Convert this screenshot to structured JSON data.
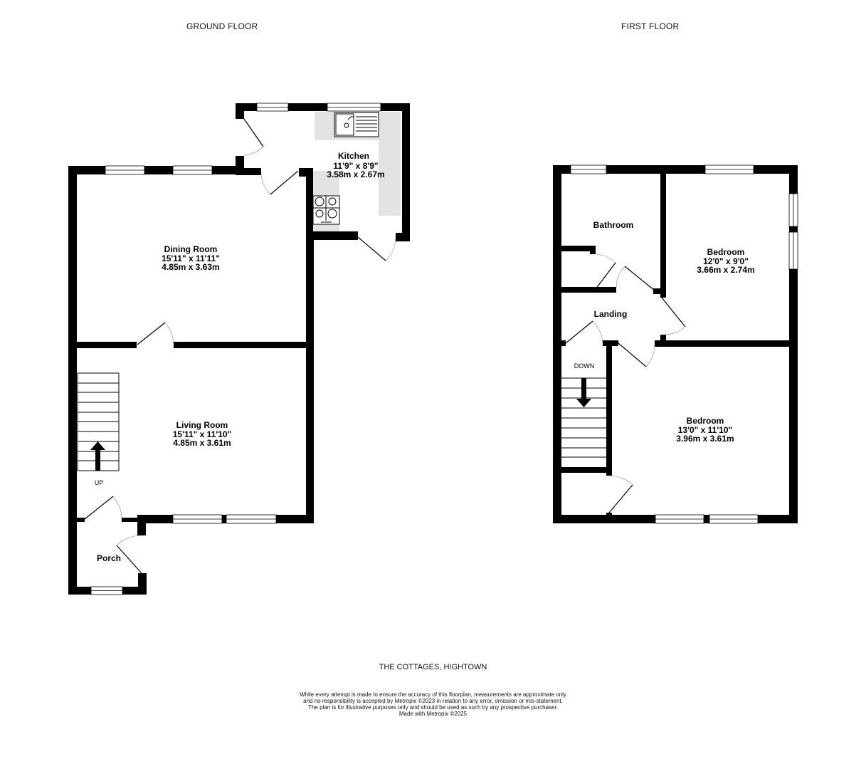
{
  "floors": {
    "ground": {
      "title": "GROUND FLOOR",
      "rooms": {
        "kitchen": {
          "name": "Kitchen",
          "imperial": "11'9\"  x 8'9\"",
          "metric": "3.58m  x 2.67m"
        },
        "dining": {
          "name": "Dining Room",
          "imperial": "15'11\"  x 11'11\"",
          "metric": "4.85m  x 3.63m"
        },
        "living": {
          "name": "Living Room",
          "imperial": "15'11\"  x 11'10\"",
          "metric": "4.85m  x 3.61m"
        },
        "porch": {
          "name": "Porch"
        }
      },
      "stairs_label": "UP"
    },
    "first": {
      "title": "FIRST FLOOR",
      "rooms": {
        "bathroom": {
          "name": "Bathroom"
        },
        "bedroom1": {
          "name": "Bedroom",
          "imperial": "12'0\"  x 9'0\"",
          "metric": "3.66m  x 2.74m"
        },
        "landing": {
          "name": "Landing"
        },
        "bedroom2": {
          "name": "Bedroom",
          "imperial": "13'0\"  x 11'10\"",
          "metric": "3.96m  x 3.61m"
        }
      },
      "stairs_label": "DOWN"
    }
  },
  "footer": {
    "property_name": "THE COTTAGES, HIGHTOWN",
    "disclaimer": [
      "While every attempt is made to ensure the accuracy of this floorplan, measurements are approximate only",
      "and no responsibility is accepted by Metropix ©2023 in relation to any error, omission or mis-statement.",
      "The plan is for illustrative purposes only and should be used as such by any prospective purchaser.",
      "Made with Metropix ©2025"
    ]
  },
  "colors": {
    "wall": "#000000",
    "fitting": "#e3e3e3",
    "background": "#ffffff"
  }
}
